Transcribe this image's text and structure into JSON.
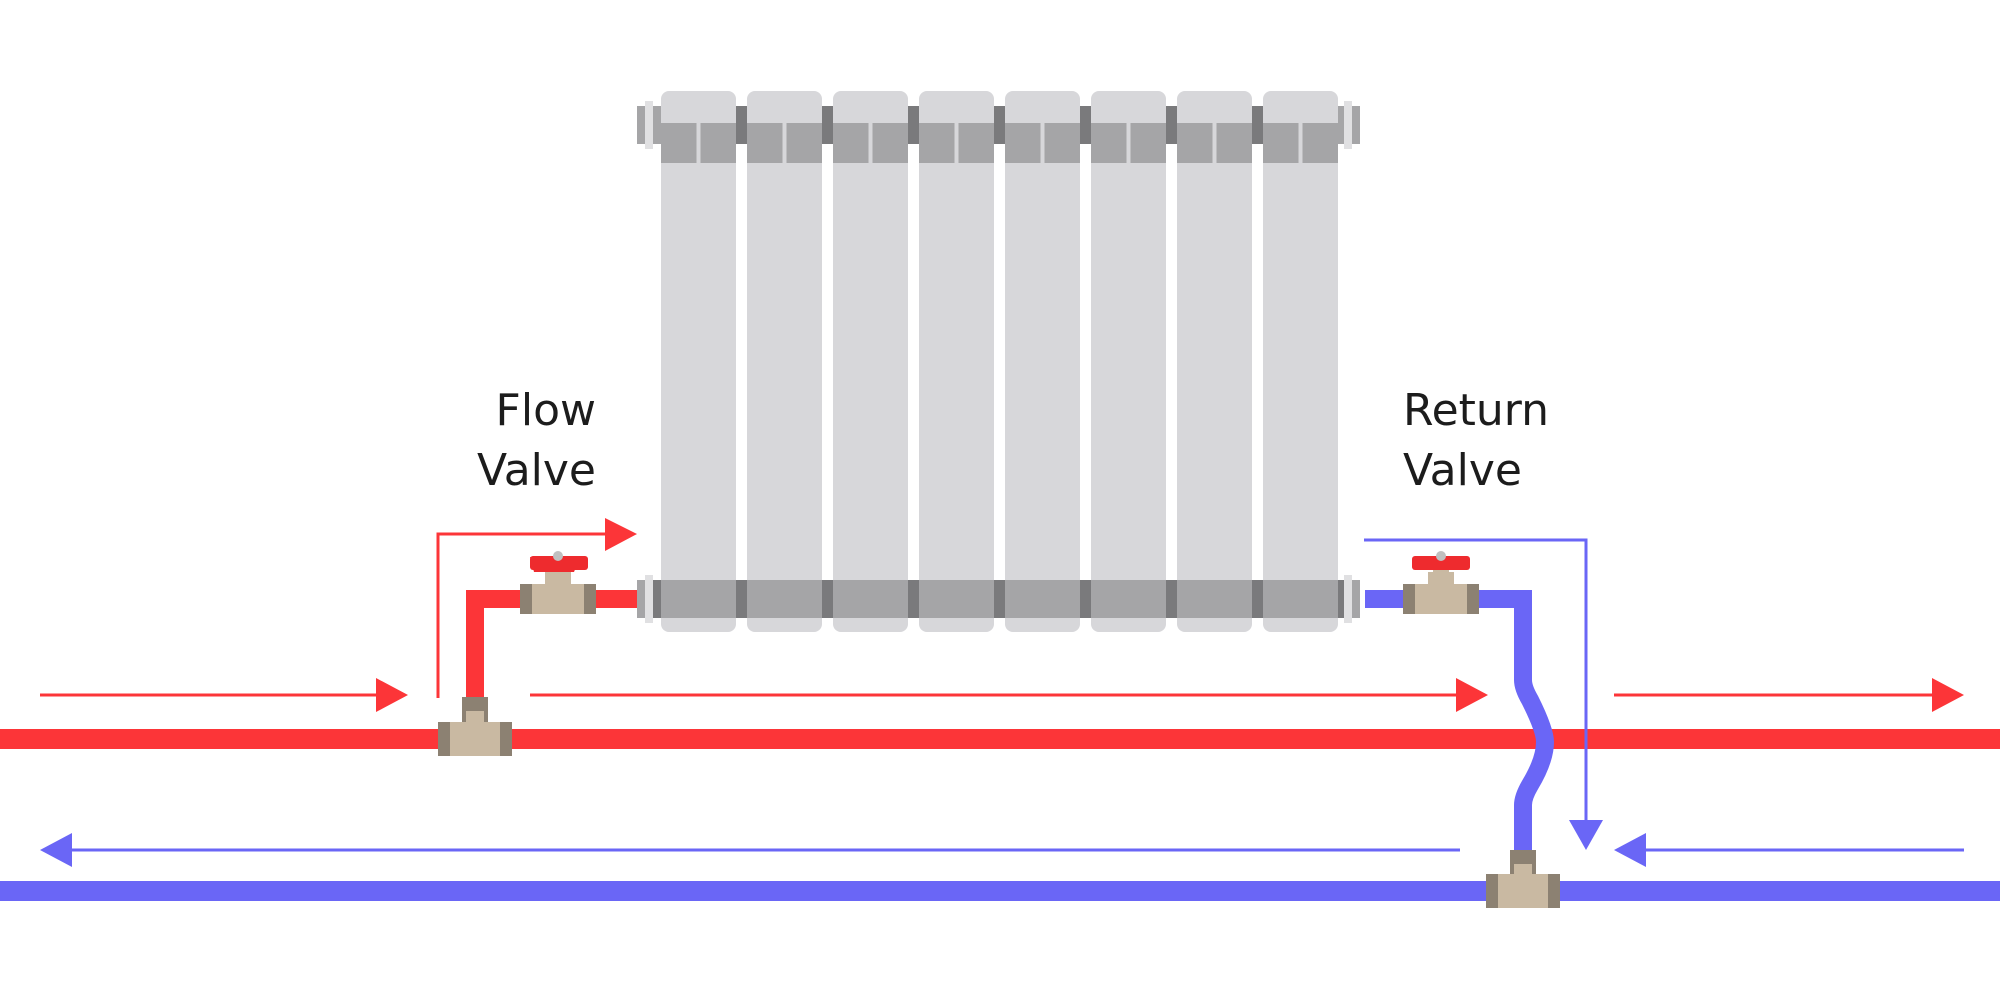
{
  "labels": {
    "flow_valve": [
      "Flow",
      "Valve"
    ],
    "return_valve": [
      "Return",
      "Valve"
    ]
  },
  "radiator": {
    "section_count": 8
  },
  "colors": {
    "flow": "#fc3538",
    "return": "#6a66f6",
    "radiator_body": "#d7d7da",
    "radiator_band": "#a5a5a7",
    "radiator_connector": "#7a7a7c",
    "fitting": "#c9b9a2",
    "fitting_dark": "#8c8172",
    "valve_handle": "#ee2b2e"
  },
  "icons": {
    "valve_left": "ball-valve-icon",
    "valve_right": "ball-valve-icon",
    "tee_left": "tee-fitting-icon",
    "tee_right": "tee-fitting-icon"
  }
}
